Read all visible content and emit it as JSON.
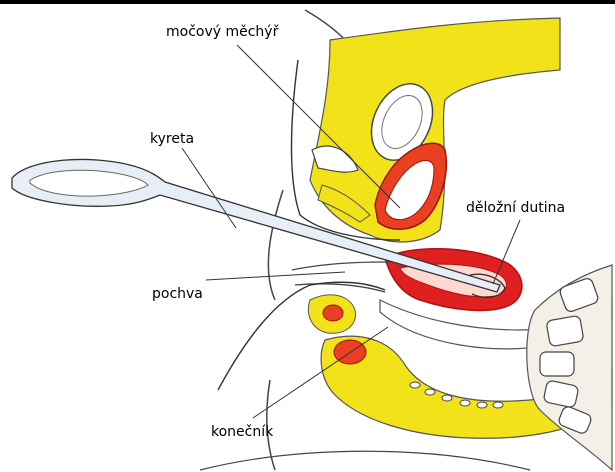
{
  "labels": {
    "bladder": "močový měchýř",
    "curette": "kyreta",
    "uterine_cavity": "děložní dutina",
    "vagina": "pochva",
    "rectum": "konečník"
  },
  "colors": {
    "tissue_yellow": "#f2e21a",
    "uterus_red": "#e02020",
    "uterus_outline": "#b01010",
    "instrument": "#e8eef6",
    "outline": "#333333",
    "spine": "#ffffff"
  }
}
